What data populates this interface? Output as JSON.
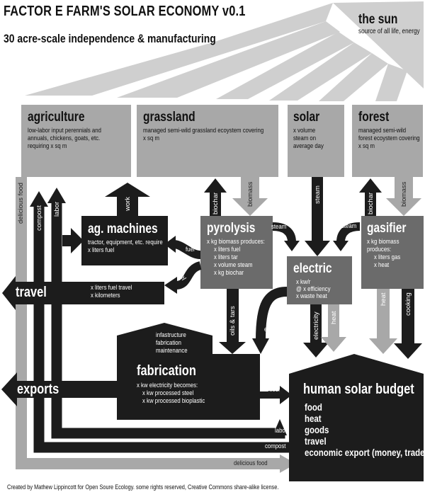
{
  "title": "FACTOR E FARM'S SOLAR ECONOMY v0.1",
  "subtitle": "30 acre-scale independence & manufacturing",
  "sun": {
    "title": "the sun",
    "subtitle": "source of all life, energy"
  },
  "agriculture": {
    "title": "agriculture",
    "lines": [
      "low-labor input perennials and",
      "annuals, chickens, goats, etc.",
      "requiring x sq m"
    ]
  },
  "grassland": {
    "title": "grassland",
    "lines": [
      "managed semi-wild grassland ecoystem covering",
      "x sq m"
    ]
  },
  "solar": {
    "title": "solar",
    "lines": [
      "x volume",
      "steam on",
      "average day"
    ]
  },
  "forest": {
    "title": "forest",
    "lines": [
      "managed semi-wild",
      "forest ecoystem covering",
      "x sq m"
    ]
  },
  "ag_machines": {
    "title": "ag. machines",
    "lines": [
      "tractor, equipment, etc. require",
      "x liters fuel"
    ]
  },
  "pyrolysis": {
    "title": "pyrolysis",
    "lines": [
      "x kg biomass produces:",
      "x liters fuel",
      "x liters tar",
      "x volume steam",
      "x kg biochar"
    ]
  },
  "gasifier": {
    "title": "gasifier",
    "lines": [
      "x kg biomass",
      "produces:",
      "x liters gas",
      "x heat"
    ]
  },
  "electric": {
    "title": "electric",
    "lines": [
      "x kw/r",
      "@ x efficiency",
      "x waste heat"
    ]
  },
  "travel": {
    "title": "travel",
    "lines": [
      "x liters fuel travel",
      "x kilometers"
    ]
  },
  "fabrication": {
    "title": "fabrication",
    "roof_lines": [
      "infastructure",
      "fabrication",
      "maintenance"
    ],
    "lines": [
      "x kw electricity becomes:",
      "x kw processed steel",
      "x kw processed bioplastic"
    ]
  },
  "exports": {
    "title": "exports"
  },
  "human_budget": {
    "title": "human solar budget",
    "items": [
      "food",
      "heat",
      "goods",
      "travel",
      "economic export (money, trade)"
    ]
  },
  "flow_labels": {
    "delicious_food": "delicious food",
    "compost": "compost",
    "labor": "labor",
    "work": "work",
    "biochar": "biochar",
    "biomass": "biomass",
    "steam": "steam",
    "fuel": "fuel",
    "oils_tars": "oils & tars",
    "electricity": "electricity",
    "heat": "heat",
    "cooking": "cooking",
    "goods": "goods"
  },
  "footer": "Created by Mathew Lippincott for Open Soure Ecology.  some rights reserved, Creative Commons share-alike license.",
  "colors": {
    "dark": "#1c1c1c",
    "mid": "#6b6b6b",
    "light": "#a8a8a8",
    "pale": "#cfcfcf",
    "background": "#ffffff"
  }
}
